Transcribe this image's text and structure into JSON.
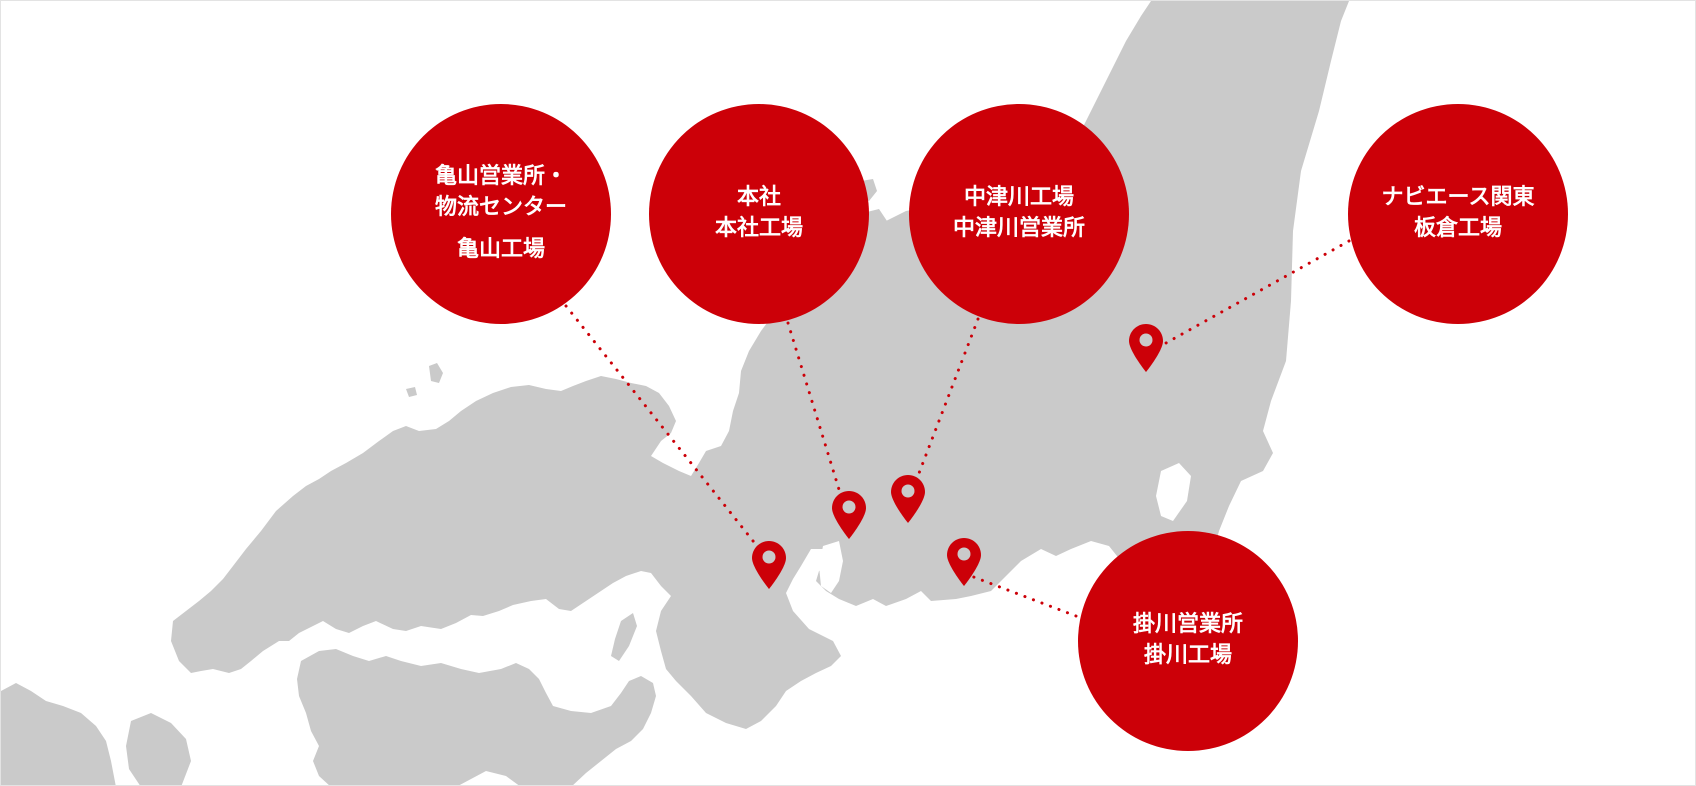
{
  "map": {
    "region": "Central Japan (Kinki / Chubu / Kanto)",
    "land_color": "#cacaca",
    "sea_color": "#ffffff",
    "accent_color": "#cc0008"
  },
  "locations": [
    {
      "id": "kameyama",
      "lines": [
        "亀山営業所・",
        "物流センター",
        "亀山工場"
      ],
      "pin": "map-pin-icon"
    },
    {
      "id": "honsha",
      "lines": [
        "本社",
        "本社工場"
      ],
      "pin": "map-pin-icon"
    },
    {
      "id": "nakatsugawa",
      "lines": [
        "中津川工場",
        "中津川営業所"
      ],
      "pin": "map-pin-icon"
    },
    {
      "id": "naviace-kanto",
      "lines": [
        "ナビエース関東",
        "板倉工場"
      ],
      "pin": "map-pin-icon"
    },
    {
      "id": "kakegawa",
      "lines": [
        "掛川営業所",
        "掛川工場"
      ],
      "pin": "map-pin-icon"
    }
  ]
}
